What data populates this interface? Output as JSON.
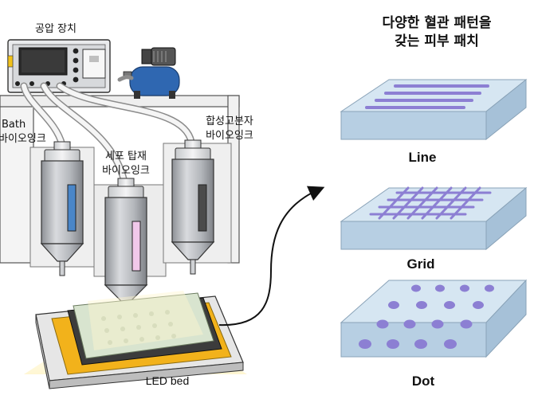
{
  "device": {
    "label": "공압 장치"
  },
  "inks": {
    "bath_line1": "Bath",
    "bath_line2": "바이오잉크",
    "cell_line1": "세포 탑재",
    "cell_line2": "바이오잉크",
    "polymer_line1": "합성고분자",
    "polymer_line2": "바이오잉크"
  },
  "bed": {
    "label": "LED bed"
  },
  "patch_title": {
    "line1": "다양한 혈관 패턴을",
    "line2": "갖는 피부 패치"
  },
  "patterns": [
    "Line",
    "Grid",
    "Dot"
  ],
  "colors": {
    "slab_top": "#d6e6f2",
    "slab_side": "#b7cfe3",
    "pattern": "#8c7fd3",
    "cartridge": "#b9bcc1",
    "bath_window": "#4a86c8",
    "cell_window": "#f1c8ea",
    "polymer_window": "#4b4b4b",
    "led_bed": "#f2b21b",
    "led_glow": "#fff4c4",
    "compressor": "#2f67b1"
  }
}
